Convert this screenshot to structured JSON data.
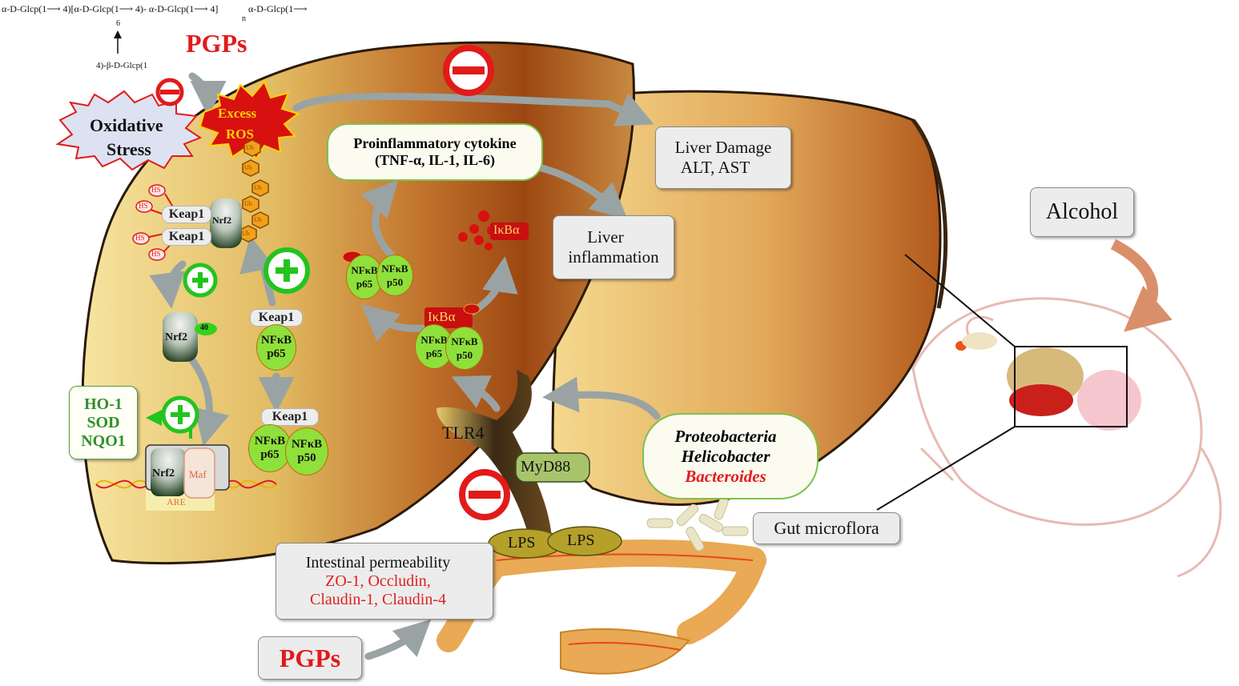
{
  "structure": {
    "line1": "α-D-Glcp(1⟶ 4)[α-D-Glcp(1⟶ 4)- α-D-Glcp(1⟶ 4]",
    "line1_sub": "n",
    "line1_end": "α-D-Glcp(1⟶",
    "branch_num": "6",
    "line2": "4)-β-D-Glcp(1"
  },
  "labels": {
    "pgps_top": "PGPs",
    "pgps_bottom": "PGPs",
    "oxidative_stress_1": "Oxidative",
    "oxidative_stress_2": "Stress",
    "excess_ros_1": "Excess",
    "excess_ros_2": "ROS",
    "ub": "Ub",
    "hs": "HS",
    "keap1": "Keap1",
    "nrf2": "Nrf2",
    "p40": "40",
    "maf": "Maf",
    "are": "ARE",
    "nfkb": "NFκB",
    "p65": "p65",
    "p50": "p50",
    "ikba": "IκBα",
    "tlr4": "TLR4",
    "myd88": "MyD88",
    "lps": "LPS",
    "gut_microflora": "Gut microflora",
    "alcohol": "Alcohol"
  },
  "boxes": {
    "cytokine_title": "Proinflammatory cytokine",
    "cytokine_list": "(TNF-α, IL-1, IL-6)",
    "liver_damage_1": "Liver Damage",
    "liver_damage_2": "ALT, AST",
    "liver_inflammation_1": "Liver",
    "liver_inflammation_2": "inflammation",
    "antioxidant_1": "HO-1",
    "antioxidant_2": "SOD",
    "antioxidant_3": "NQO1",
    "bacteria_1": "Proteobacteria",
    "bacteria_2": "Helicobacter",
    "bacteria_3": "Bacteroides",
    "intestinal_1": "Intestinal  permeability",
    "intestinal_2": "ZO-1, Occludin,",
    "intestinal_3": "Claudin-1, Claudin-4"
  },
  "colors": {
    "liver_light": "#f3d98c",
    "liver_dark": "#a84e16",
    "arrow_gray": "#9aa3a3",
    "inhibit_red": "#e21a1a",
    "promote_green": "#22c41e",
    "down_arrow": "#3c8a4e",
    "up_arrow": "#e21a1a",
    "nfkb_green": "#8fe03a",
    "text_red": "#e02020"
  }
}
